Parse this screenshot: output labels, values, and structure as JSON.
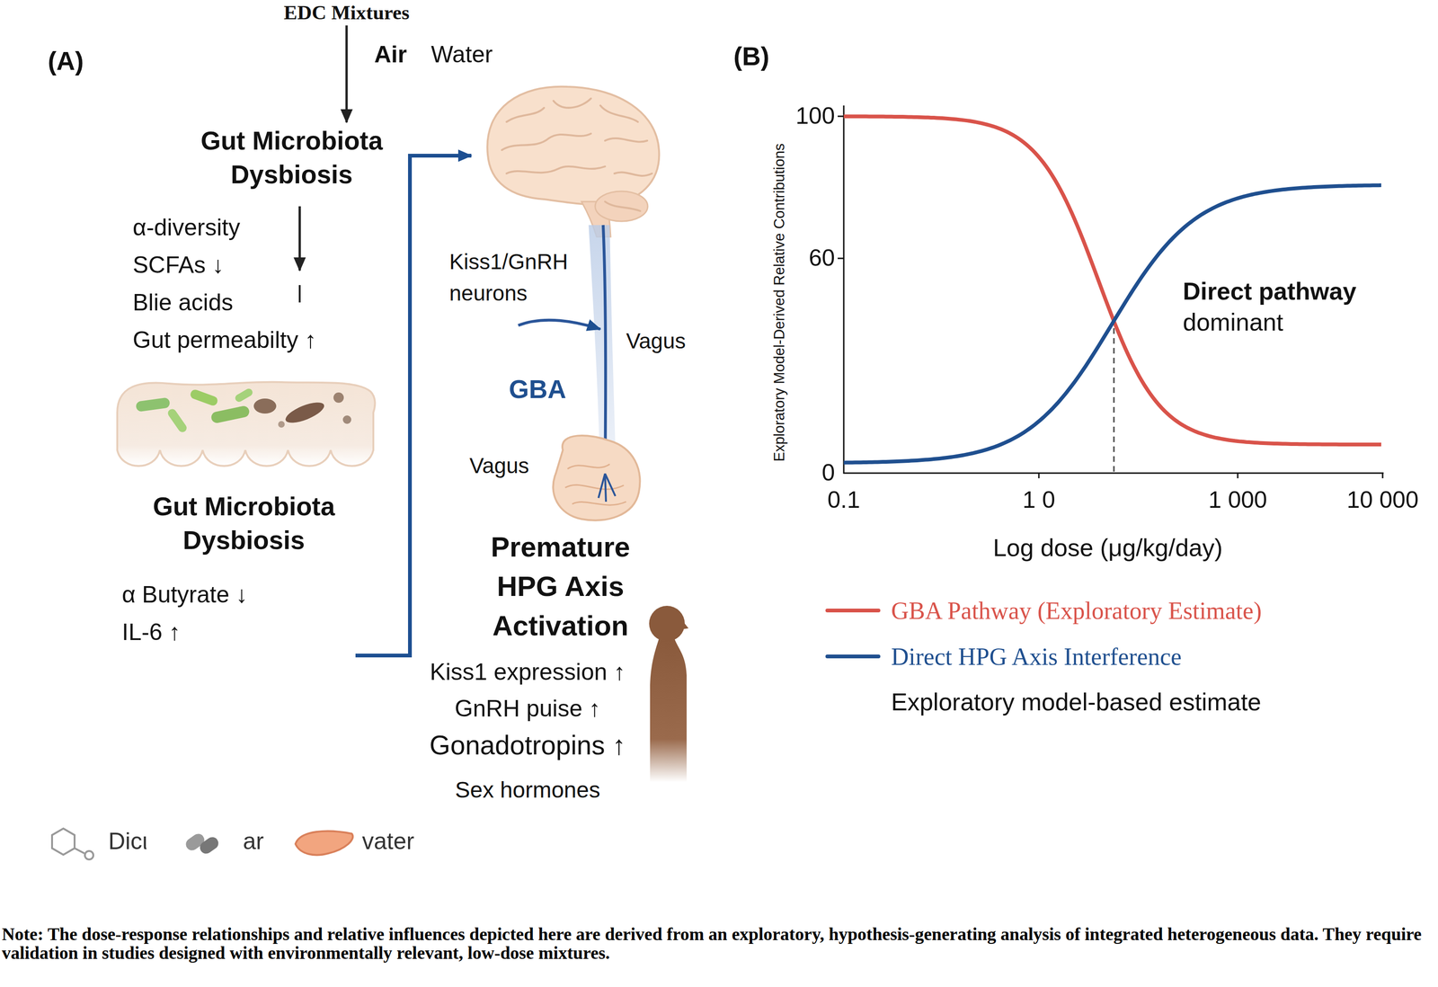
{
  "diagram": {
    "caption": "Note: The dose-response relationships and relative influences depicted here are derived from an exploratory, hypothesis-generating analysis of integrated heterogeneous data. They require validation in studies designed with environmentally relevant, low-dose mixtures.",
    "nodes": [
      {
        "text": [
          "EDC Mixtures"
        ]
      },
      {
        "text": [
          "Gut Microbiota Dysbiosis",
          "α-diversity",
          "SCFAs ↓",
          "Blie acids",
          "Gut permeabilty ↑"
        ]
      },
      {
        "text": [
          "Gut Microbiota Dysbiosis",
          "α Butyrate ↓",
          "IL-6 ↑"
        ]
      },
      {
        "text": [
          "Premature HPG Axis Activation",
          "Kiss1 expression ↑",
          "GnRH puise ↑",
          "Gonadotropins ↑",
          "Sex hormones"
        ]
      }
    ],
    "edges": [
      {
        "from": 0,
        "to": 1,
        "arrow": "to"
      }
    ],
    "labels": [
      "(A)",
      "Air",
      "Water",
      "Kiss1/GnRH neurons",
      "Vagus",
      "GBA",
      "Vagus",
      "Dicι",
      "ar",
      "vater",
      "(B)",
      "Exploratory Model-Derived Relative Contributions",
      "100",
      "60",
      "0",
      "0.1",
      "1 0",
      "1 000",
      "10 000",
      "Log dose (μg/kg/day)",
      "Direct pathway",
      "dominant",
      "Exploratory model-based estimate"
    ],
    "legend": [
      {
        "text": "GBA Pathway (Exploratory Estimate)",
        "color": "#d9534a"
      },
      {
        "text": "Direct HPG Axis Interference",
        "color": "#1f4f8f"
      }
    ]
  }
}
